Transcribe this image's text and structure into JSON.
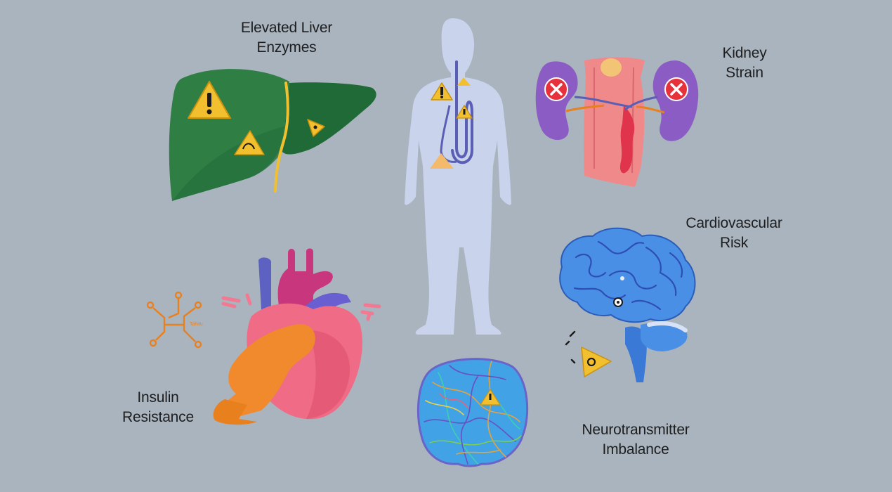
{
  "labels": {
    "liver": [
      "Elevated Liver",
      "Enzymes"
    ],
    "kidney": [
      "Kidney",
      "Strain"
    ],
    "cardiovascular": [
      "Cardiovascular",
      "Risk"
    ],
    "insulin": [
      "Insulin",
      "Resistance"
    ],
    "neurotransmitter": [
      "Neurotransmitter",
      "Imbalance"
    ]
  },
  "tiny_text": "Tahitu",
  "colors": {
    "background": "#a9b4bf",
    "liver": "#2f7f45",
    "liver_dark": "#1f6a37",
    "warning": "#f2bf2f",
    "kidney": "#8a5cc4",
    "vessel": "#f08a8a",
    "heart": "#ef6b86",
    "heart_orange": "#f08a2c",
    "brain": "#4a8fe6",
    "body": "#c9d3ec",
    "pathway": "#e9801e"
  },
  "icons": [
    "warning-icon",
    "cross-icon",
    "circuit-icon"
  ]
}
